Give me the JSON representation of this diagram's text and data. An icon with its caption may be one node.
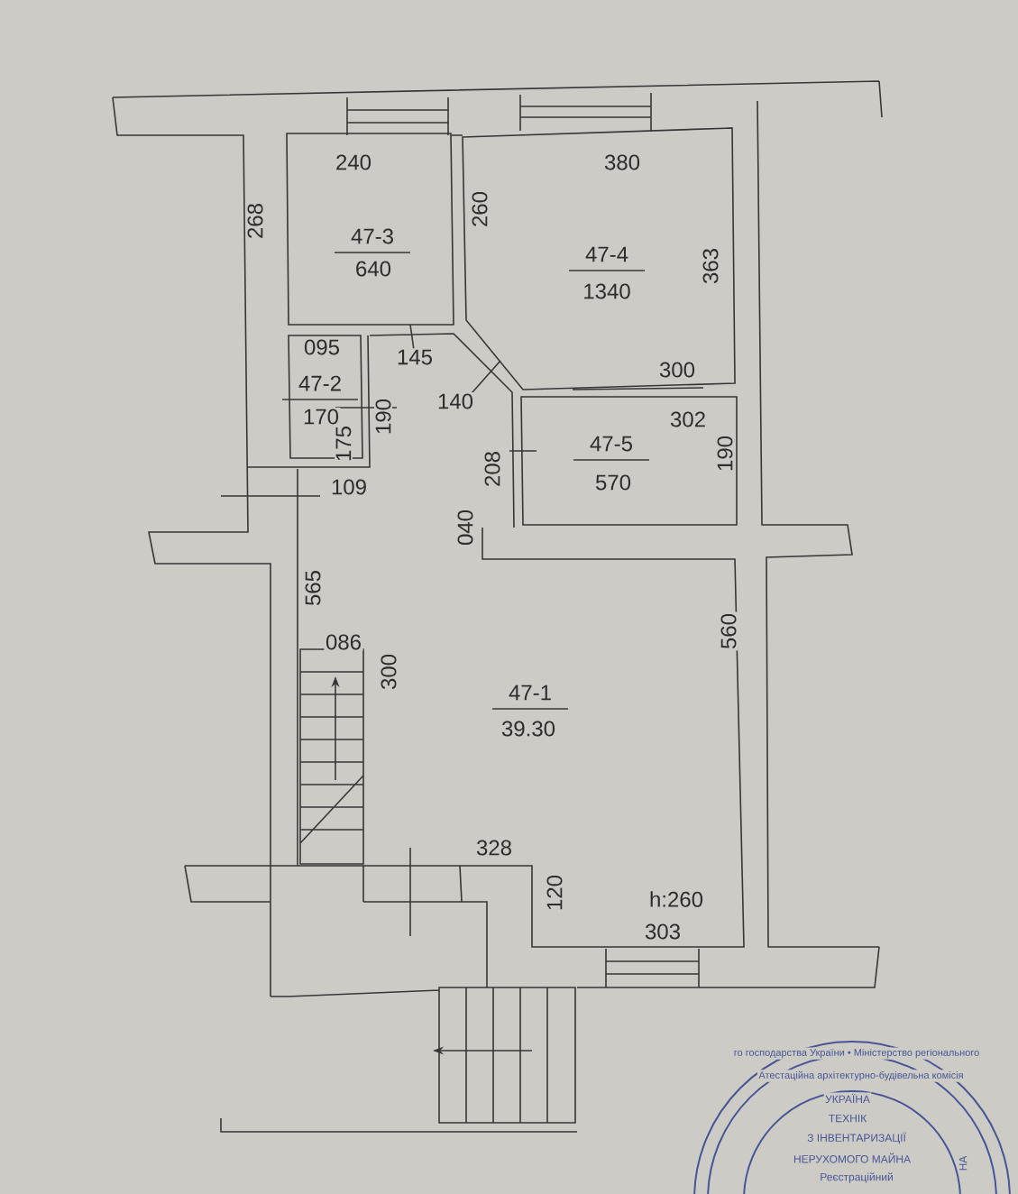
{
  "diagram": {
    "labels": [
      "240",
      "380",
      "268",
      "47-3",
      "640",
      "260",
      "47-4",
      "363",
      "1340",
      "095",
      "145",
      "47-2",
      "300",
      "140",
      "170",
      "302",
      "175",
      "190",
      "47-5",
      "208",
      "190",
      "570",
      "109",
      "040",
      "565",
      "086",
      "300",
      "47-1",
      "560",
      "39.30",
      "328",
      "120",
      "h:260",
      "303",
      "го господарства України • Міністерство регіонального",
      "Атестаційна архітектурно-будівельна комісія",
      "УКРАЇНА",
      "ТЕХНІК",
      "З ІНВЕНТАРИЗАЦІЇ",
      "НЕРУХОМОГО МАЙНА",
      "Реєстраційний",
      "НА"
    ]
  }
}
